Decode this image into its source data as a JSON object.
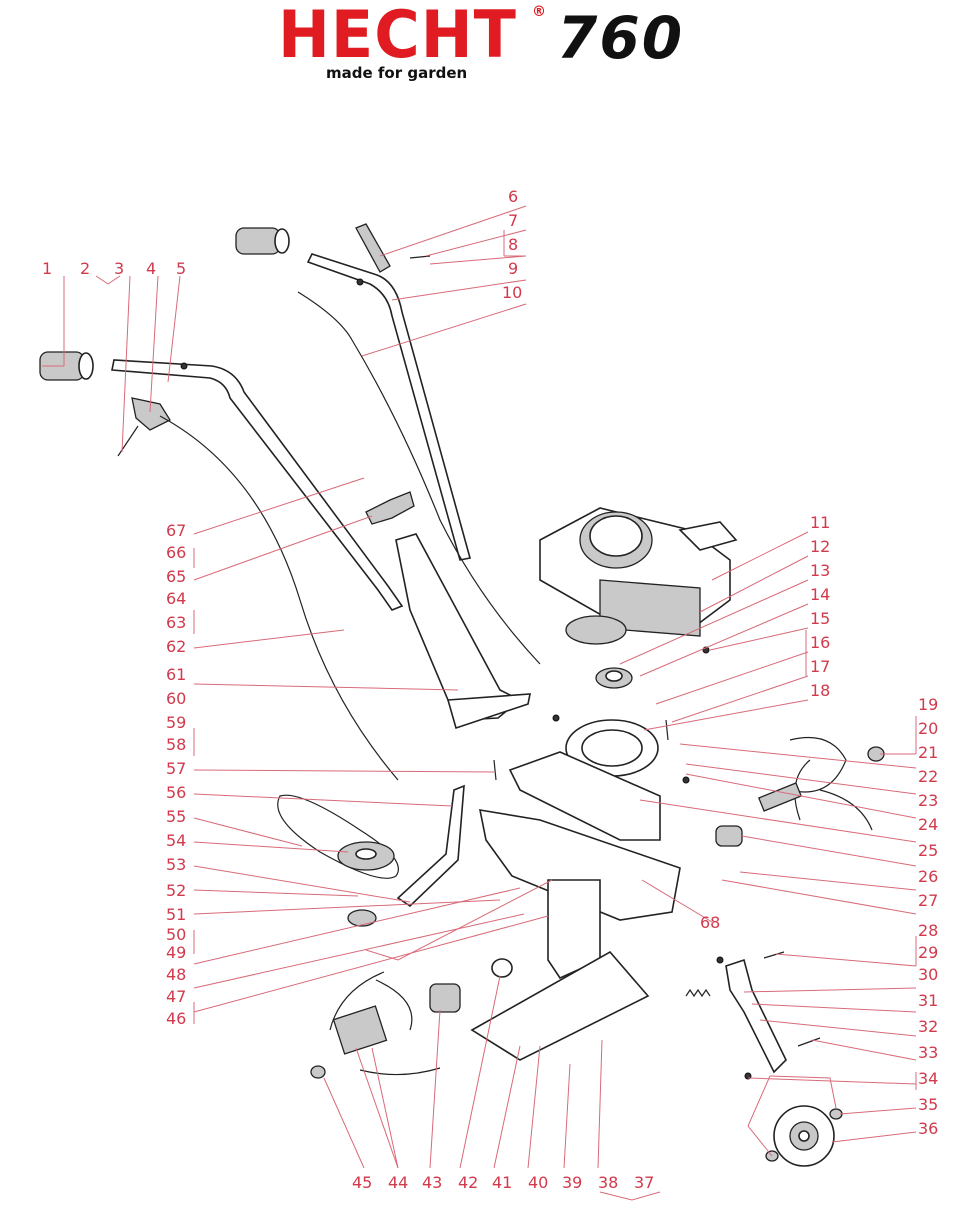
{
  "header": {
    "brand": "HECHT",
    "registered_mark": "®",
    "model": "760",
    "tagline": "made for garden"
  },
  "colors": {
    "brand_red": "#e01b22",
    "label_red": "#d23a4c",
    "ink": "#222222"
  },
  "labels": {
    "p1": "1",
    "p2": "2",
    "p3": "3",
    "p4": "4",
    "p5": "5",
    "p6": "6",
    "p7": "7",
    "p8": "8",
    "p9": "9",
    "p10": "10",
    "p11": "11",
    "p12": "12",
    "p13": "13",
    "p14": "14",
    "p15": "15",
    "p16": "16",
    "p17": "17",
    "p18": "18",
    "p19": "19",
    "p20": "20",
    "p21": "21",
    "p22": "22",
    "p23": "23",
    "p24": "24",
    "p25": "25",
    "p26": "26",
    "p27": "27",
    "p28": "28",
    "p29": "29",
    "p30": "30",
    "p31": "31",
    "p32": "32",
    "p33": "33",
    "p34": "34",
    "p35": "35",
    "p36": "36",
    "p37": "37",
    "p38": "38",
    "p39": "39",
    "p40": "40",
    "p41": "41",
    "p42": "42",
    "p43": "43",
    "p44": "44",
    "p45": "45",
    "p46": "46",
    "p47": "47",
    "p48": "48",
    "p49": "49",
    "p50": "50",
    "p51": "51",
    "p52": "52",
    "p53": "53",
    "p54": "54",
    "p55": "55",
    "p56": "56",
    "p57": "57",
    "p58": "58",
    "p59": "59",
    "p60": "60",
    "p61": "61",
    "p62": "62",
    "p63": "63",
    "p64": "64",
    "p65": "65",
    "p66": "66",
    "p67": "67",
    "p68": "68"
  }
}
